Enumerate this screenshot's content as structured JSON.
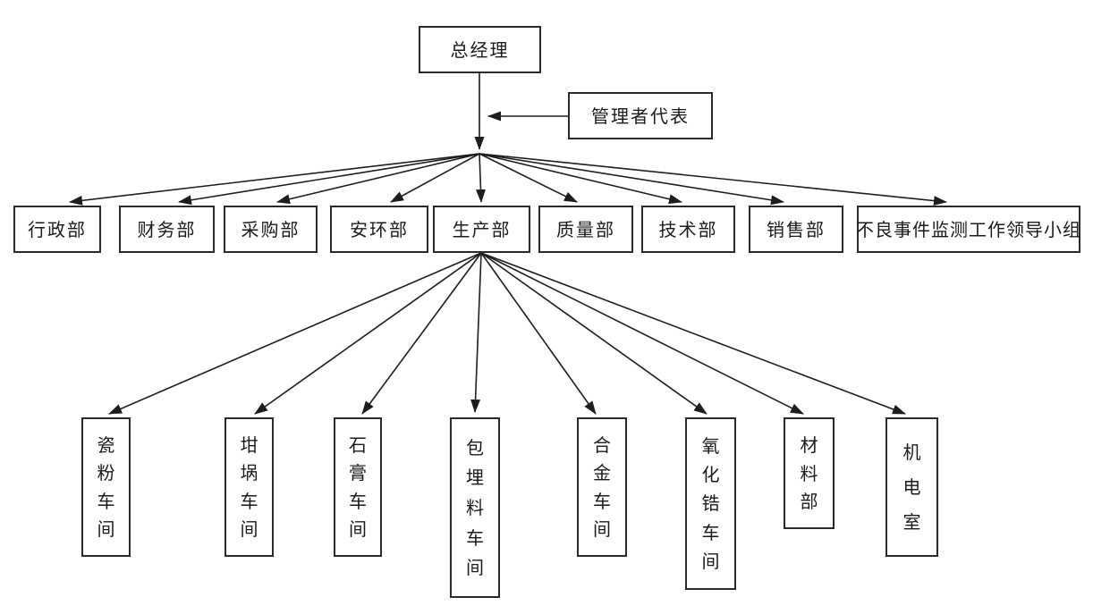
{
  "page": {
    "background_color": "#ffffff",
    "line_color": "#1d1d1d"
  },
  "orgchart": {
    "root": {
      "label": "总经理"
    },
    "representative": {
      "label": "管理者代表"
    },
    "departments": [
      {
        "label": "行政部"
      },
      {
        "label": "财务部"
      },
      {
        "label": "采购部"
      },
      {
        "label": "安环部"
      },
      {
        "label": "生产部"
      },
      {
        "label": "质量部"
      },
      {
        "label": "技术部"
      },
      {
        "label": "销售部"
      },
      {
        "label": "不良事件监测工作领导小组"
      }
    ],
    "production_units": [
      {
        "label": "瓷粉车间"
      },
      {
        "label": "坩埚车间"
      },
      {
        "label": "石膏车间"
      },
      {
        "label": "包埋料车间"
      },
      {
        "label": "合金车间"
      },
      {
        "label": "氧化锆车间"
      },
      {
        "label": "材料部"
      },
      {
        "label": "机电室"
      }
    ]
  }
}
